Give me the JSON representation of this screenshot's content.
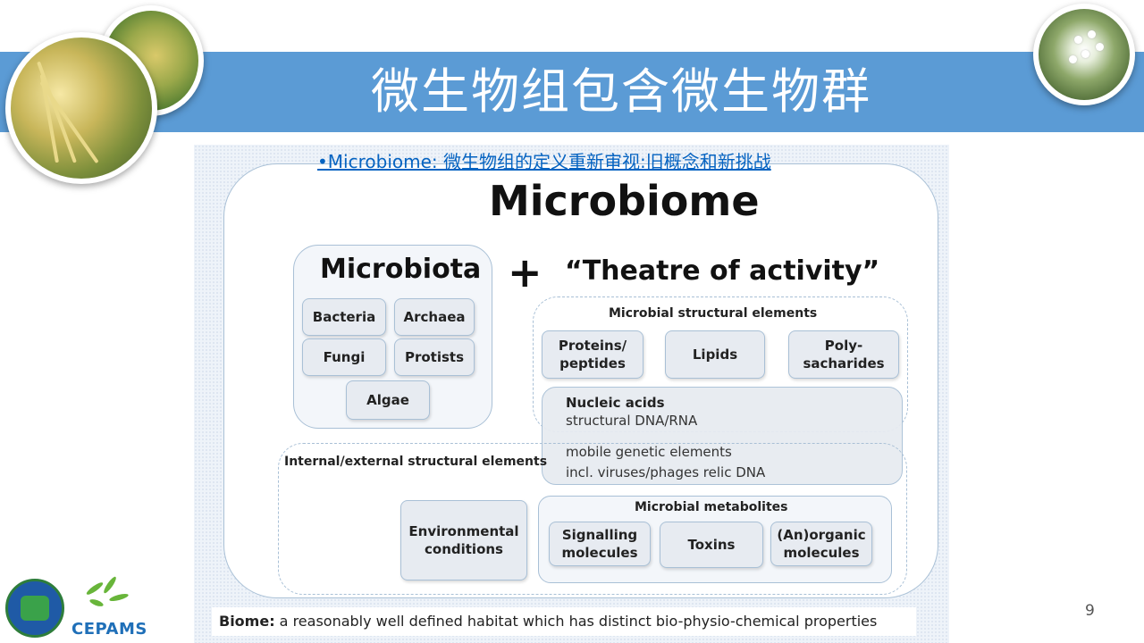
{
  "slide": {
    "title": "微生物组包含微生物群",
    "page_number": "9",
    "link_text": "•Microbiome: 微生物组的定义重新审视:旧概念和新挑战",
    "accent_color": "#5b9bd5"
  },
  "diagram": {
    "title": "Microbiome",
    "plus": "+",
    "theatre": "“Theatre of activity”",
    "microbiota": {
      "title": "Microbiota",
      "items": [
        "Bacteria",
        "Archaea",
        "Fungi",
        "Protists",
        "Algae"
      ]
    },
    "structural": {
      "title": "Microbial structural elements",
      "items": [
        "Proteins/\npeptides",
        "Lipids",
        "Poly-\nsacharides"
      ],
      "nucleic_title": "Nucleic acids",
      "nucleic_line1": "structural DNA/RNA",
      "nucleic_line2": "mobile genetic elements",
      "nucleic_line3": "incl. viruses/phages relic DNA"
    },
    "internal_external": "Internal/external structural elements",
    "environmental": "Environmental conditions",
    "metabolites": {
      "title": "Microbial metabolites",
      "items": [
        "Signalling molecules",
        "Toxins",
        "(An)organic molecules"
      ]
    },
    "biome_label": "Biome:",
    "biome_text": " a reasonably well defined habitat which has distinct bio-physio-chemical properties"
  },
  "logos": {
    "cepams": "CEPAMS"
  }
}
